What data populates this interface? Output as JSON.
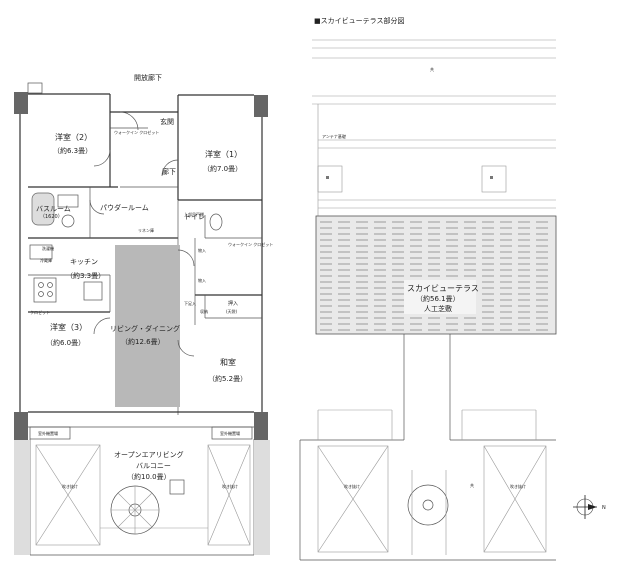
{
  "plan": {
    "corridor": "開放廊下",
    "entrance": "玄関",
    "hall": "廊下",
    "room2": {
      "name": "洋室（2）",
      "size": "（約6.3畳）"
    },
    "room1": {
      "name": "洋室（1）",
      "size": "（約7.0畳）"
    },
    "room3": {
      "name": "洋室（3）",
      "size": "（約6.0畳）"
    },
    "walkin_closet_a": "ウォークイン\nクロゼット",
    "walkin_closet_b": "ウォークイン\nクロゼット",
    "bathroom": {
      "name": "バスルーム",
      "size": "（1620）"
    },
    "powder": "パウダールーム",
    "toilet": "トイレ",
    "kitchen": {
      "name": "キッチン",
      "size": "（約3.3畳）"
    },
    "living": {
      "name": "リビング・ダイニング",
      "size": "（約12.6畳）"
    },
    "washitsu": {
      "name": "和室",
      "size": "（約5.2畳）"
    },
    "oshiire": "押入",
    "oshiire_sub": "(天袋)",
    "closet": "クロゼット",
    "balcony": {
      "name": "オープンエアリビング",
      "name2": "バルコニー",
      "size": "（約10.0畳）"
    },
    "outdoor_unit": "室外機置場",
    "small_labels": [
      "冷蔵庫",
      "洗濯機",
      "リネン庫",
      "物入",
      "物入",
      "下足入",
      "上部吊戸棚",
      "収納"
    ]
  },
  "terrace": {
    "title": "■スカイビューテラス部分図",
    "name": "スカイビューテラス",
    "size": "（約56.1畳）",
    "note": "人工芝敷",
    "antenna": "アンテナ基礎",
    "chimney": "共",
    "corner": "共",
    "void": "吹き抜け",
    "north": "N"
  }
}
